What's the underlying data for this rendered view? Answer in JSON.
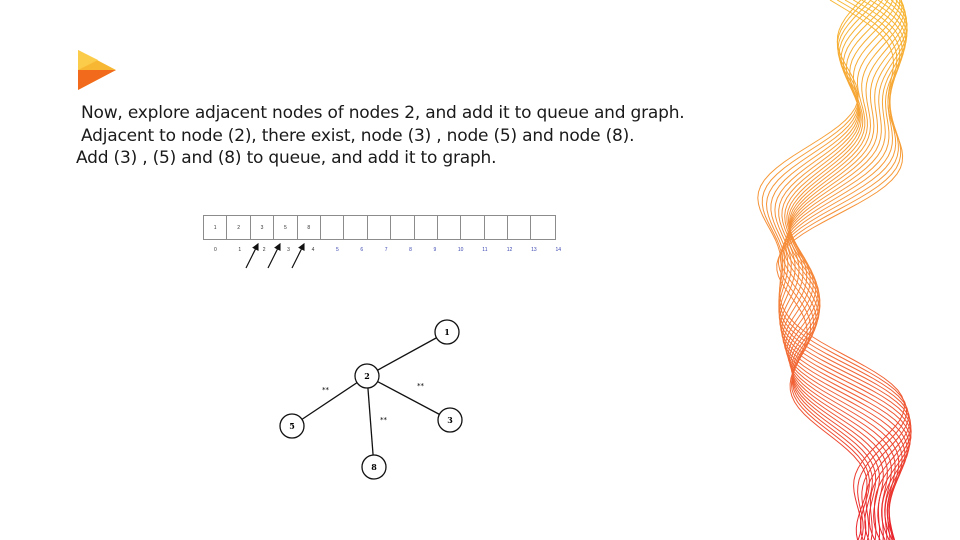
{
  "colors": {
    "logo_top": "#f7b733",
    "logo_bottom": "#f26b1d",
    "wave_top": "#f7b733",
    "wave_bottom": "#e8202a",
    "index_blue": "#3a46b0"
  },
  "text": {
    "line1": "Now, explore adjacent nodes of nodes 2, and add it to queue and graph.",
    "line2": "Adjacent to node (2), there exist, node (3) , node (5) and node (8).",
    "line3": "Add (3) , (5) and (8) to queue, and add it to graph."
  },
  "queue": {
    "cells": [
      "1",
      "2",
      "3",
      "5",
      "8",
      "",
      "",
      "",
      "",
      "",
      "",
      "",
      "",
      "",
      ""
    ],
    "indices": [
      "0",
      "1",
      "2",
      "3",
      "4",
      "5",
      "6",
      "7",
      "8",
      "9",
      "10",
      "11",
      "12",
      "13",
      "14"
    ]
  },
  "graph": {
    "nodes": [
      {
        "id": "n1",
        "label": "1"
      },
      {
        "id": "n2",
        "label": "2"
      },
      {
        "id": "n3",
        "label": "3"
      },
      {
        "id": "n5",
        "label": "5"
      },
      {
        "id": "n8",
        "label": "8"
      }
    ],
    "edges": [
      {
        "from": "n2",
        "to": "n1",
        "label": ""
      },
      {
        "from": "n2",
        "to": "n5",
        "label": "**"
      },
      {
        "from": "n2",
        "to": "n8",
        "label": "**"
      },
      {
        "from": "n2",
        "to": "n3",
        "label": "**"
      }
    ]
  }
}
